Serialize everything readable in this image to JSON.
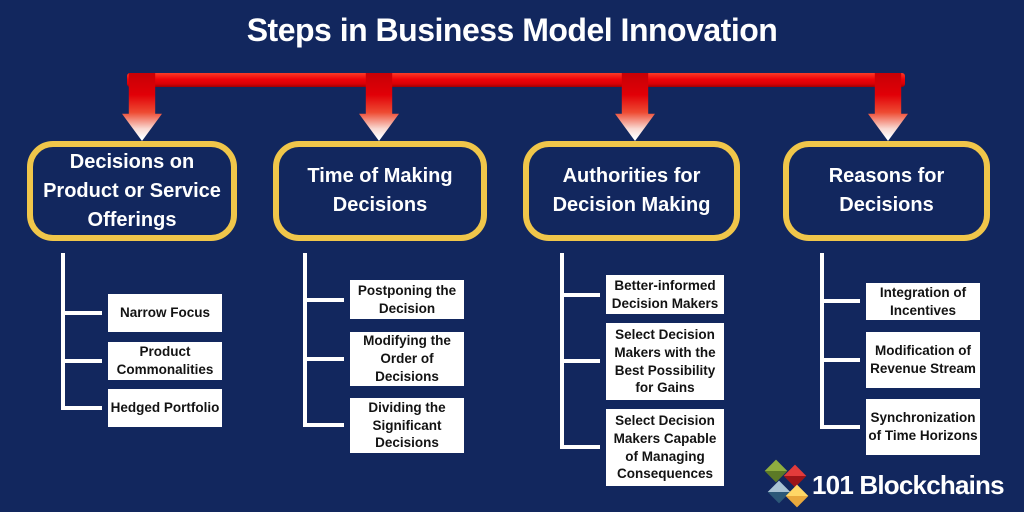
{
  "title": "Steps in Business Model Innovation",
  "colors": {
    "background": "#12275e",
    "bar_red": "#ee0309",
    "box_border_gold": "#f0c64a",
    "leaf_bg": "#ffffff",
    "leaf_text": "#131313",
    "connector_white": "#ffffff"
  },
  "columns": [
    {
      "header": "Decisions on Product or Service Offerings",
      "items": [
        "Narrow Focus",
        "Product Commonalities",
        "Hedged Portfolio"
      ]
    },
    {
      "header": "Time of Making Decisions",
      "items": [
        "Postponing the Decision",
        "Modifying the Order of Decisions",
        "Dividing the Significant Decisions"
      ]
    },
    {
      "header": "Authorities for Decision Making",
      "items": [
        "Better-informed Decision Makers",
        "Select Decision Makers with the Best Possibility for Gains",
        "Select Decision Makers Capable of Managing Consequences"
      ]
    },
    {
      "header": "Reasons for Decisions",
      "items": [
        "Integration of Incentives",
        "Modification of Revenue Stream",
        "Synchronization of Time Horizons"
      ]
    }
  ],
  "branding": {
    "logo_text": "101 Blockchains",
    "cube_colors": {
      "top_left": "#8fae3f",
      "top_right": "#e23b3b",
      "bottom_left": "#a9c2d4",
      "bottom_right": "#ffd766"
    }
  }
}
